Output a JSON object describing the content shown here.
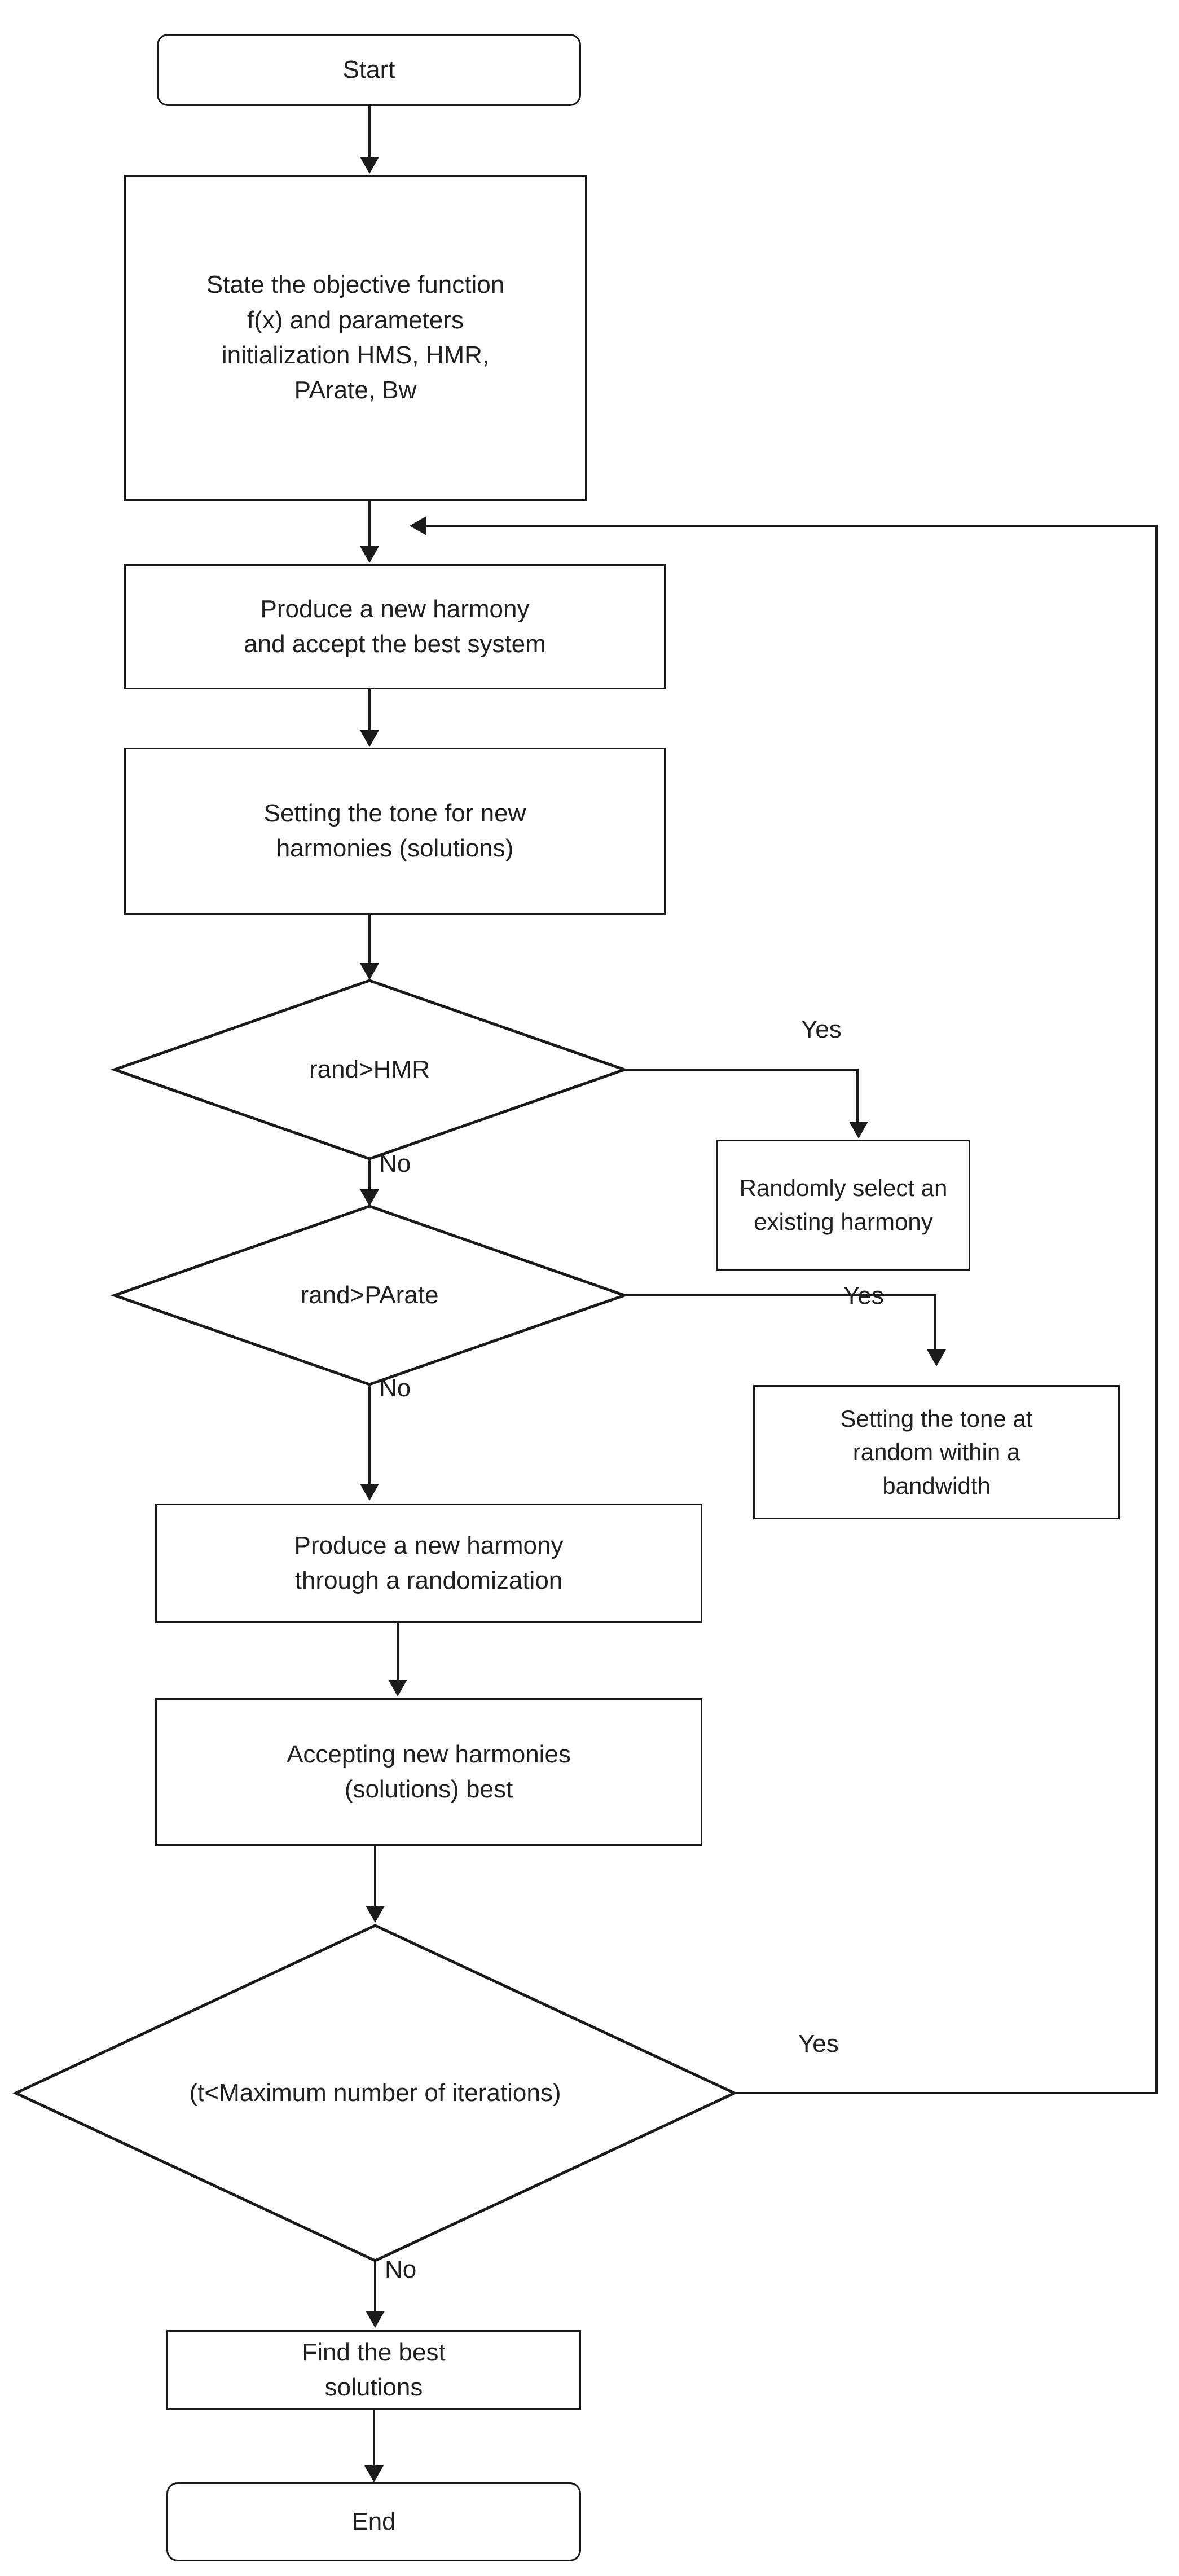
{
  "diagram": {
    "title": "Harmony Search Algorithm Flowchart",
    "type": "flowchart",
    "background_color": "#ffffff",
    "line_color": "#1a1a1a",
    "text_color": "#1f1f1f"
  },
  "nodes": {
    "start": {
      "label": "Start",
      "shape": "terminator"
    },
    "init": {
      "label": "State the objective function\nf(x) and parameters\ninitialization HMS, HMR,\nPArate, Bw",
      "shape": "process"
    },
    "produce_accept": {
      "label": "Produce a new harmony\nand accept the best system",
      "shape": "process"
    },
    "set_tone": {
      "label": "Setting the tone for new\nharmonies (solutions)",
      "shape": "process"
    },
    "decision_hmr": {
      "label": "rand>HMR",
      "shape": "decision"
    },
    "random_select": {
      "label": "Randomly select an\nexisting harmony",
      "shape": "process"
    },
    "decision_parate": {
      "label": "rand>PArate",
      "shape": "decision"
    },
    "tone_bandwidth": {
      "label": "Setting the tone at\nrandom within a\nbandwidth",
      "shape": "process"
    },
    "produce_random": {
      "label": "Produce a new harmony\nthrough a randomization",
      "shape": "process"
    },
    "accept_best": {
      "label": "Accepting new harmonies\n(solutions) best",
      "shape": "process"
    },
    "decision_iter": {
      "label": "(t<Maximum number of iterations)",
      "shape": "decision"
    },
    "find_best": {
      "label": "Find the best\nsolutions",
      "shape": "process"
    },
    "end": {
      "label": "End",
      "shape": "terminator"
    }
  },
  "edge_labels": {
    "hmr_yes": "Yes",
    "hmr_no": "No",
    "parate_yes": "Yes",
    "parate_no": "No",
    "iter_yes": "Yes",
    "iter_no": "No"
  }
}
